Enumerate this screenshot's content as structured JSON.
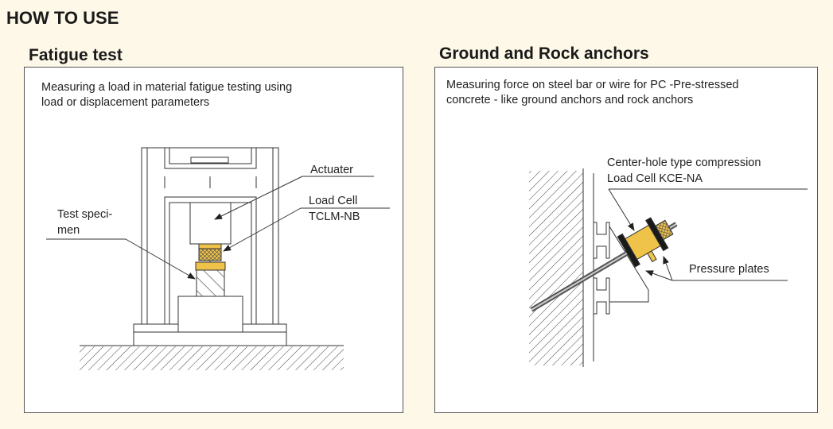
{
  "title": "HOW TO USE",
  "sections": [
    {
      "heading": "Fatigue test",
      "description": [
        "Measuring a load in material fatigue testing using",
        "load or displacement parameters"
      ],
      "labels": {
        "actuator": "Actuater",
        "load_cell_1": "Load Cell",
        "load_cell_2": "TCLM-NB",
        "specimen_1": "Test speci-",
        "specimen_2": "men"
      }
    },
    {
      "heading": "Ground and Rock anchors",
      "description": [
        "Measuring force on steel bar or wire for PC -Pre-stressed",
        "concrete - like ground anchors and rock anchors"
      ],
      "labels": {
        "load_cell_1": "Center-hole type compression",
        "load_cell_2": "Load Cell KCE-NA",
        "plates": "Pressure plates"
      }
    }
  ],
  "colors": {
    "background": "#fdf8e8",
    "load_cell": "#efc34a",
    "plate": "#1a1a1a"
  }
}
